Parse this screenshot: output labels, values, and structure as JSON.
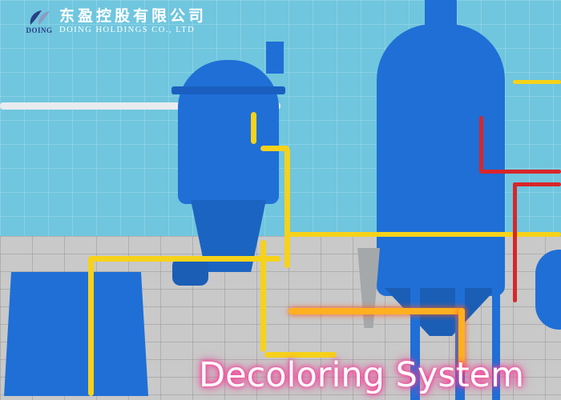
{
  "logo": {
    "mark_label": "DOING",
    "company_name_cn": "东盈控股有限公司",
    "company_name_en": "DOING HOLDINGS CO., LTD"
  },
  "caption": {
    "text": "Decoloring System"
  },
  "colors": {
    "wall": "#6fc6de",
    "floor": "#c9c9c9",
    "equipment_blue": "#1f6fd6",
    "pipe_yellow": "#f6d21a",
    "pipe_red": "#d8262b",
    "caption_glow": "#ff3d9a"
  }
}
